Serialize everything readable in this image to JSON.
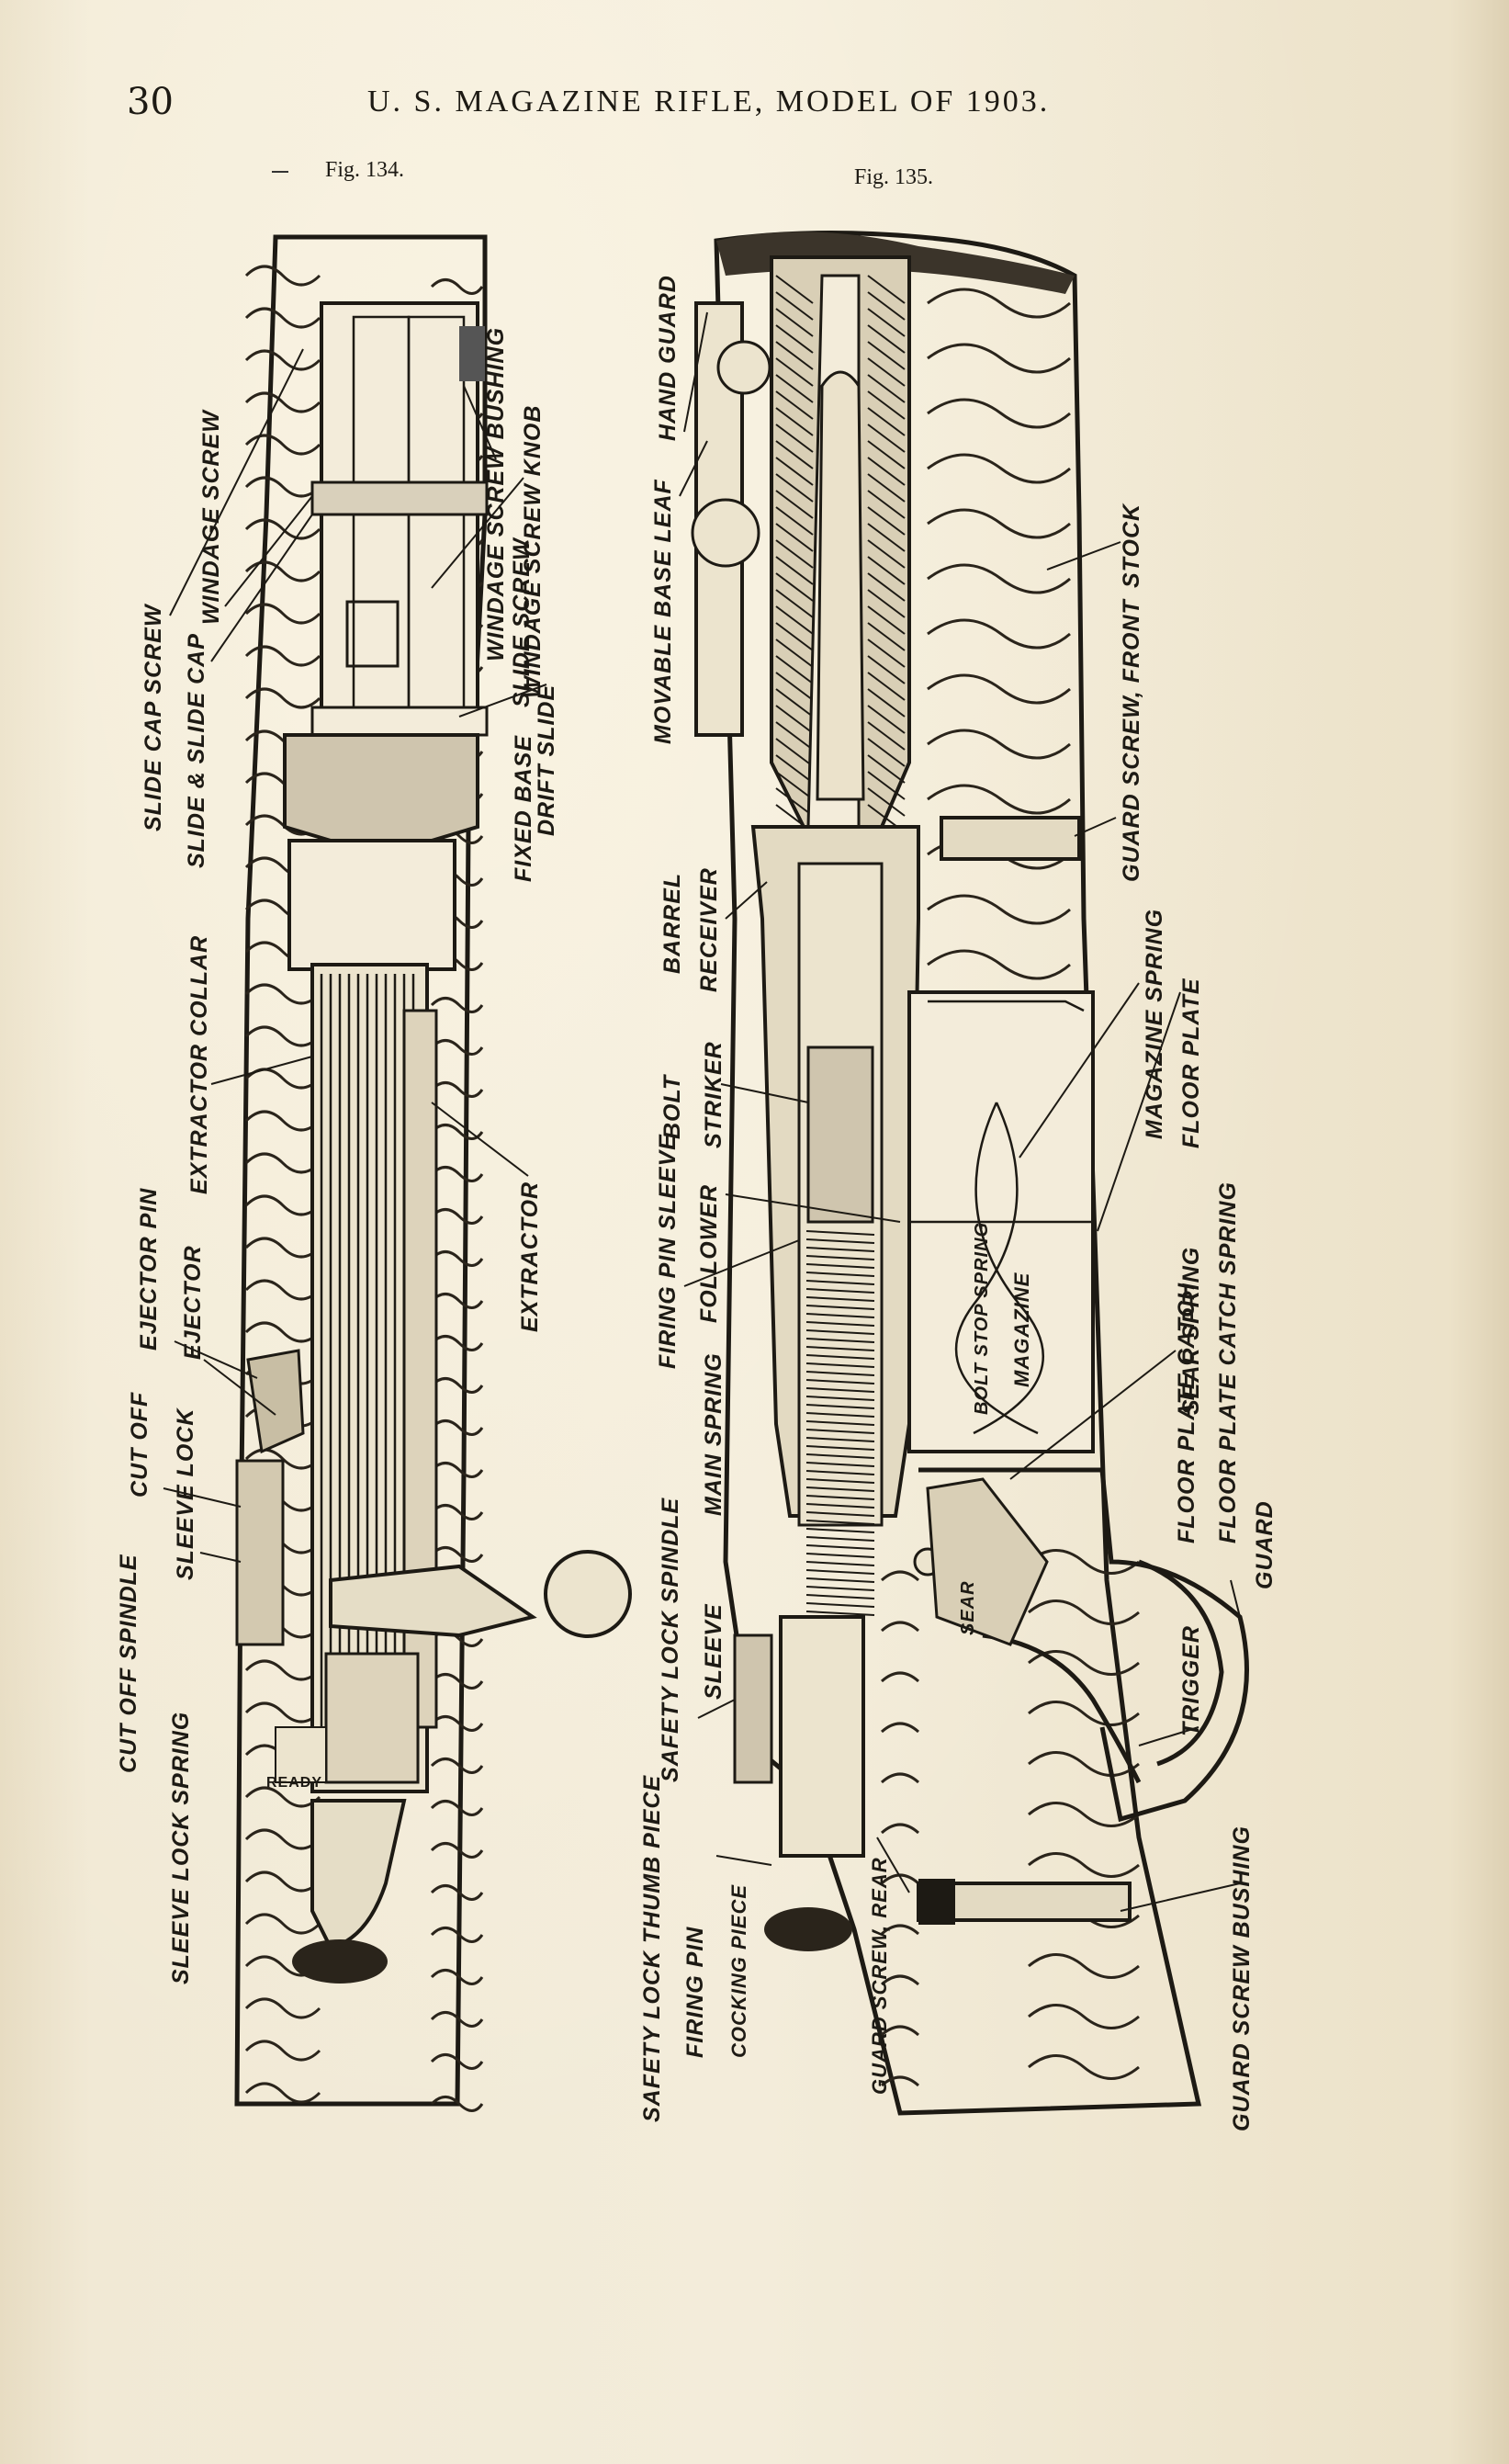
{
  "header": {
    "page_number": "30",
    "title": "U. S. MAGAZINE RIFLE, MODEL OF 1903."
  },
  "figures": [
    {
      "caption": "Fig. 134.",
      "labels": {
        "slide_cap_screw": "SLIDE CAP SCREW",
        "slide_and_slide_cap": "SLIDE & SLIDE CAP",
        "windage_screw": "WINDAGE SCREW",
        "windage_screw_bushing": "WINDAGE SCREW BUSHING",
        "windage_screw_knob": "WINDAGE SCREW KNOB",
        "slide_screw": "SLIDE SCREW",
        "drift_slide": "DRIFT SLIDE",
        "fixed_base": "FIXED BASE",
        "extractor_collar": "EXTRACTOR COLLAR",
        "extractor": "EXTRACTOR",
        "ejector_pin": "EJECTOR PIN",
        "ejector": "EJECTOR",
        "cut_off": "CUT OFF",
        "sleeve_lock": "SLEEVE LOCK",
        "cut_off_spindle": "CUT OFF SPINDLE",
        "sleeve_lock_spring": "SLEEVE LOCK SPRING",
        "ready": "READY"
      }
    },
    {
      "caption": "Fig. 135.",
      "labels": {
        "hand_guard": "HAND GUARD",
        "movable_base_leaf": "MOVABLE BASE LEAF",
        "stock": "STOCK",
        "guard_screw_front": "GUARD SCREW, FRONT",
        "barrel": "BARREL",
        "receiver": "RECEIVER",
        "magazine_spring": "MAGAZINE SPRING",
        "bolt": "BOLT",
        "striker": "STRIKER",
        "floor_plate": "FLOOR PLATE",
        "firing_pin_sleeve": "FIRING PIN SLEEVE",
        "follower": "FOLLOWER",
        "sear_spring": "SEAR SPRING",
        "floor_plate_catch": "FLOOR PLATE CATCH",
        "floor_plate_catch_spring": "FLOOR PLATE CATCH SPRING",
        "bolt_stop_spring": "BOLT STOP SPRING",
        "magazine": "MAGAZINE",
        "main_spring": "MAIN SPRING",
        "guard": "GUARD",
        "safety_lock_spindle": "SAFETY LOCK SPINDLE",
        "sleeve": "SLEEVE",
        "sear": "SEAR",
        "trigger": "TRIGGER",
        "safety_lock_thumb_piece": "SAFETY LOCK THUMB PIECE",
        "firing_pin": "FIRING PIN",
        "cocking_piece": "COCKING PIECE",
        "guard_screw_rear": "GUARD SCREW, REAR",
        "guard_screw_bushing": "GUARD SCREW BUSHING"
      }
    }
  ]
}
